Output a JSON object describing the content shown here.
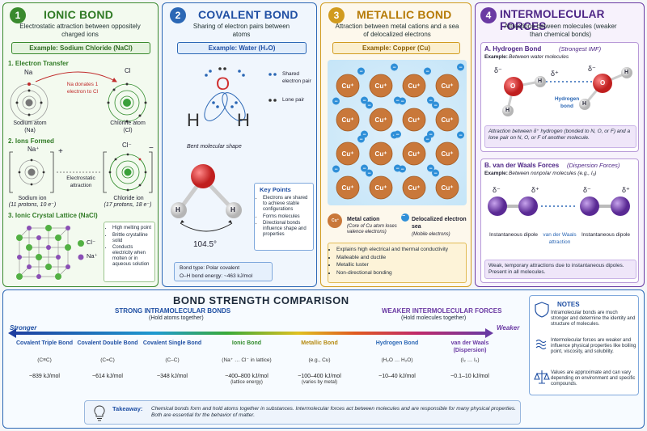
{
  "ionic": {
    "number": "1",
    "title": "IONIC BOND",
    "subtitle": "Electrostatic attraction between oppositely charged ions",
    "example": "Example: Sodium Chloride (NaCl)",
    "step1": "1. Electron Transfer",
    "na_label": "Na",
    "cl_label": "Cl",
    "transfer_note": "Na donates 1 electron to Cl",
    "na_atom": "Sodium atom",
    "na_atom_sym": "(Na)",
    "cl_atom": "Chlorine atom",
    "cl_atom_sym": "(Cl)",
    "step2": "2. Ions Formed",
    "na_ion_label": "Na⁺",
    "cl_ion_label": "Cl⁻",
    "plus": "+",
    "minus": "−",
    "attraction": "Electrostatic attraction",
    "na_ion": "Sodium ion",
    "na_ion_detail": "(11 protons, 10 e⁻)",
    "cl_ion": "Chloride ion",
    "cl_ion_detail": "(17 protons, 18 e⁻)",
    "step3": "3. Ionic Crystal Lattice (NaCl)",
    "legend_cl": "Cl⁻",
    "legend_na": "Na⁺",
    "props": [
      "High melting point",
      "Brittle crystalline solid",
      "Conducts electricity when molten or in aqueous solution"
    ]
  },
  "covalent": {
    "number": "2",
    "title": "COVALENT BOND",
    "subtitle": "Sharing of electron pairs between atoms",
    "example": "Example: Water (H₂O)",
    "o": "O",
    "h": "H",
    "shared": "Shared electron pair",
    "lone": "Lone pair",
    "shape": "Bent molecular shape",
    "angle": "104.5°",
    "key_title": "Key Points",
    "key_points": [
      "Electrons are shared to achieve stable configurations",
      "Forms molecules",
      "Directional bonds influence shape and properties"
    ],
    "bond_type": "Bond type: Polar covalent",
    "bond_energy": "O–H bond energy: ~463 kJ/mol"
  },
  "metallic": {
    "number": "3",
    "title": "METALLIC BOND",
    "subtitle": "Attraction between metal cations and a sea of delocalized electrons",
    "example": "Example: Copper (Cu)",
    "cation": "Cu⁺",
    "electron": "−",
    "cation_label": "Metal cation",
    "cation_detail": "(Core of Cu atom loses valence electrons)",
    "sea_label": "Delocalized electron sea",
    "sea_detail": "(Mobile electrons)",
    "props": [
      "Explains high electrical and thermal conductivity",
      "Malleable and ductile",
      "Metallic luster",
      "Non-directional bonding"
    ]
  },
  "imf": {
    "number": "4",
    "title": "INTERMOLECULAR FORCES",
    "subtitle": "Attractions between molecules (weaker than chemical bonds)",
    "a_title": "A. Hydrogen Bond",
    "a_title_em": "(Strongest IMF)",
    "a_example_b": "Example:",
    "a_example": "Between water molecules",
    "dminus": "δ⁻",
    "dplus": "δ⁺",
    "o": "O",
    "h": "H",
    "hbond": "Hydrogen bond",
    "a_note": "Attraction between δ⁺ hydrogen (bonded to N, O, or F) and a lone pair on N, O, or F of another molecule.",
    "b_title": "B. van der Waals Forces",
    "b_title_em": "(Dispersion Forces)",
    "b_example_b": "Example:",
    "b_example": "Between nonpolar molecules (e.g., I₂)",
    "dipole": "Instantaneous dipole",
    "vdw": "van der Waals attraction",
    "b_note": "Weak, temporary attractions due to instantaneous dipoles. Present in all molecules."
  },
  "comparison": {
    "title": "BOND STRENGTH COMPARISON",
    "strong_head": "STRONG INTRAMOLECULAR BONDS",
    "strong_sub": "(Hold atoms together)",
    "weak_head": "WEAKER INTERMOLECULAR FORCES",
    "weak_sub": "(Hold molecules together)",
    "stronger": "Stronger",
    "weaker": "Weaker",
    "items": [
      {
        "name": "Covalent Triple Bond",
        "formula": "(C≡C)",
        "energy": "~839 kJ/mol",
        "color": "#1f4fa3"
      },
      {
        "name": "Covalent Double Bond",
        "formula": "(C=C)",
        "energy": "~614 kJ/mol",
        "color": "#1f4fa3"
      },
      {
        "name": "Covalent Single Bond",
        "formula": "(C–C)",
        "energy": "~348 kJ/mol",
        "color": "#1f4fa3"
      },
      {
        "name": "Ionic Bond",
        "formula": "(Na⁺ … Cl⁻ in lattice)",
        "energy": "~400–800 kJ/mol",
        "extra": "(lattice energy)",
        "color": "#2f8a2a"
      },
      {
        "name": "Metallic Bond",
        "formula": "(e.g., Cu)",
        "energy": "~100–400 kJ/mol",
        "extra": "(varies by metal)",
        "color": "#b58a10"
      },
      {
        "name": "Hydrogen Bond",
        "formula": "(H₂O … H₂O)",
        "energy": "~10–40 kJ/mol",
        "color": "#2b67b5"
      },
      {
        "name": "van der Waals (Dispersion)",
        "formula": "(I₂ … I₂)",
        "energy": "~0.1–10 kJ/mol",
        "color": "#6a3aa3"
      }
    ],
    "notes_title": "NOTES",
    "notes": [
      "Intramolecular bonds are much stronger and determine the identity and structure of molecules.",
      "Intermolecular forces are weaker and influence physical properties like boiling point, viscosity, and solubility.",
      "Values are approximate and can vary depending on environment and specific compounds."
    ],
    "takeaway_label": "Takeaway:",
    "takeaway": "Chemical bonds form and hold atoms together in substances. Intermolecular forces act between molecules and are responsible for many physical properties. Both are essential for the behavior of matter."
  },
  "colors": {
    "green": "#3a8a2e",
    "blue": "#2b67b5",
    "gold": "#d19b1e",
    "purple": "#6a3aa3",
    "cu": "#c9783a",
    "electron": "#2f8fd8"
  }
}
